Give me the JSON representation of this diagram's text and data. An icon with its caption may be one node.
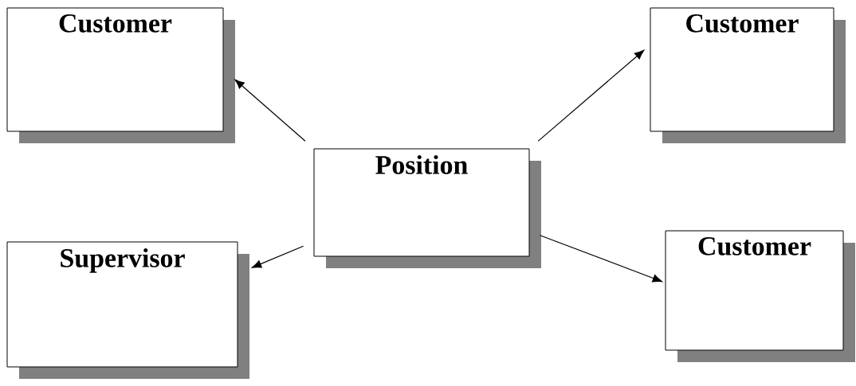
{
  "diagram": {
    "nodes": [
      {
        "text": [
          "Customer"
        ]
      },
      {
        "text": [
          "Customer"
        ]
      },
      {
        "text": [
          "Position"
        ]
      },
      {
        "text": [
          "Supervisor"
        ]
      },
      {
        "text": [
          "Customer"
        ]
      }
    ],
    "edges": [
      {
        "from": 2,
        "to": 0,
        "arrow": "to"
      },
      {
        "from": 2,
        "to": 1,
        "arrow": "to"
      },
      {
        "from": 2,
        "to": 3,
        "arrow": "to"
      },
      {
        "from": 2,
        "to": 4,
        "arrow": "to"
      }
    ]
  }
}
